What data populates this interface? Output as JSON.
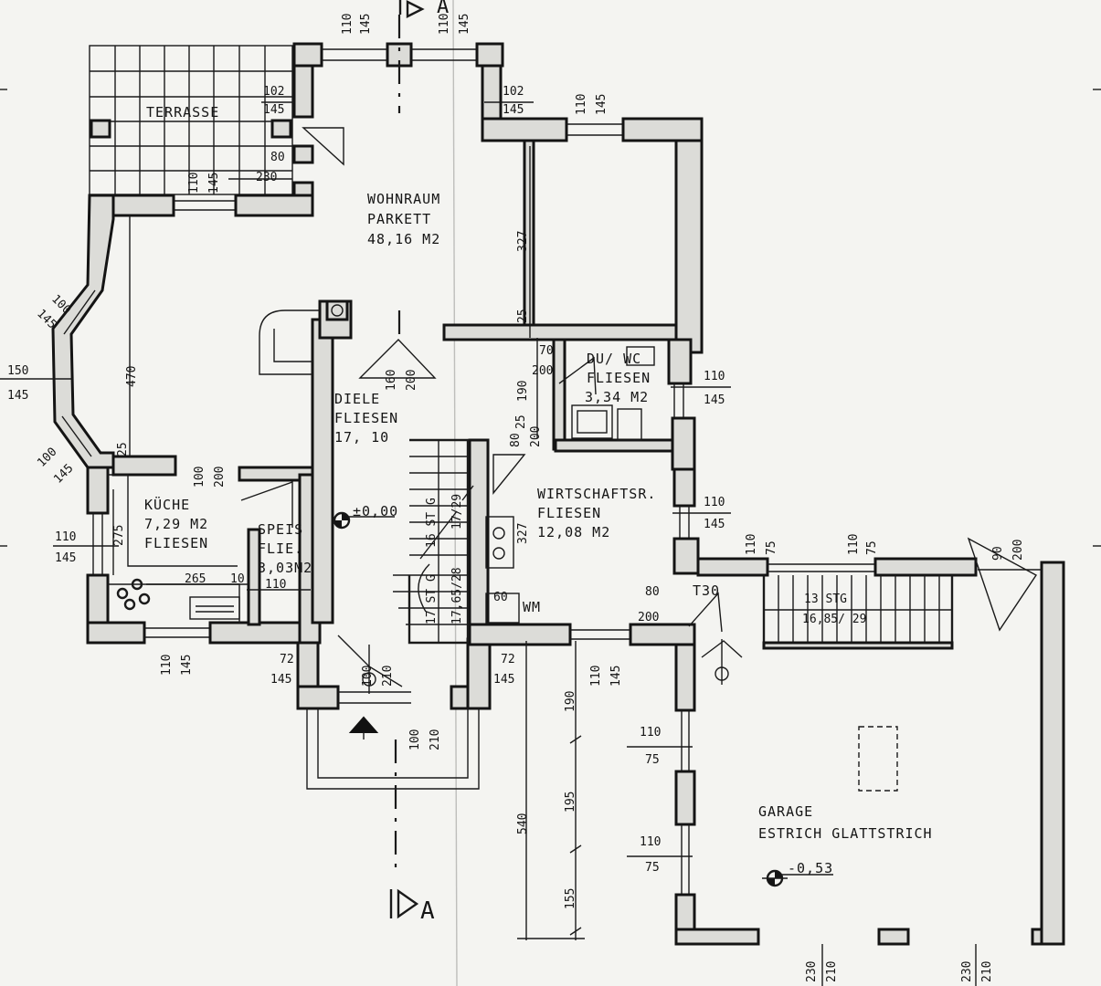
{
  "rooms": {
    "terrasse": "TERRASSE",
    "wohnraum": [
      "WOHNRAUM",
      "PARKETT",
      "48,16 M2"
    ],
    "diele": [
      "DIELE",
      "FLIESEN",
      "17, 10"
    ],
    "du_wc": [
      "DU/ WC",
      "FLIESEN",
      "3,34 M2"
    ],
    "kueche": [
      "KÜCHE",
      "7,29 M2",
      "FLIESEN"
    ],
    "speis": [
      "SPEIS",
      "FLIE.",
      "3,03M2"
    ],
    "wirtschaft": [
      "WIRTSCHAFTSR.",
      "FLIESEN",
      "12,08 M2"
    ],
    "garage": [
      "GARAGE",
      "ESTRICH GLATTSTRICH"
    ]
  },
  "levels": {
    "diele": "±0,00",
    "garage": "-0,53"
  },
  "section_marker": "A",
  "fixtures": {
    "wm": "WM",
    "t30": "T30"
  },
  "stairs": {
    "main_upper": [
      "16 ST G",
      "17/29"
    ],
    "main_lower": [
      "17 ST G",
      "17,65/28"
    ],
    "garage": [
      "13 STG",
      "16,85/ 29"
    ]
  },
  "dimensions": {
    "top_left_window": [
      "110",
      "145"
    ],
    "top_right_window": [
      "110",
      "145"
    ],
    "terrace_door_1": [
      "102",
      "145"
    ],
    "terrace_door_2": [
      "102",
      "145"
    ],
    "du_top_window": [
      "110",
      "145"
    ],
    "terrace_opening": [
      "80",
      "230"
    ],
    "terrace_window": [
      "110",
      "145"
    ],
    "bay_top": [
      "100",
      "145"
    ],
    "bay_mid": [
      "150",
      "145"
    ],
    "bay_bottom": [
      "100",
      "145"
    ],
    "wohn_depth": "470",
    "dist_25_left": "25",
    "dist_327_top": "327",
    "dist_25_mid": "25",
    "diele_door": [
      "160",
      "200"
    ],
    "du_door": [
      "70",
      "200"
    ],
    "du_190": "190",
    "du_side_window": [
      "110",
      "145"
    ],
    "wirt_door_1": [
      "80",
      "200"
    ],
    "dist_25_w": "25",
    "kueche_door": [
      "100",
      "200"
    ],
    "kueche_window": [
      "110",
      "145"
    ],
    "kueche_275": "275",
    "kueche_265": "265",
    "speis_10": "10",
    "speis_110": "110",
    "kueche_bottom_window": [
      "110",
      "145"
    ],
    "entry_window_left": [
      "72",
      "145"
    ],
    "entry_window_right": [
      "72",
      "145"
    ],
    "entry_door": [
      "100",
      "210"
    ],
    "entry_door_2": [
      "100",
      "210"
    ],
    "wirt_window": [
      "110",
      "145"
    ],
    "wirt_327": "327",
    "wm_60": "60",
    "wirt_door_2": [
      "80",
      "200"
    ],
    "garage_window_1": [
      "110",
      "75"
    ],
    "garage_window_2": [
      "110",
      "75"
    ],
    "garage_door_top": [
      "90",
      "200"
    ],
    "wirt_bottom_window": [
      "110",
      "145"
    ],
    "garage_side_1": [
      "110",
      "75"
    ],
    "garage_side_2": [
      "110",
      "75"
    ],
    "dim_540": "540",
    "dim_190": "190",
    "dim_195": "195",
    "dim_155": "155",
    "garage_gate_1": [
      "230",
      "210"
    ],
    "garage_gate_2": [
      "230",
      "210"
    ]
  }
}
